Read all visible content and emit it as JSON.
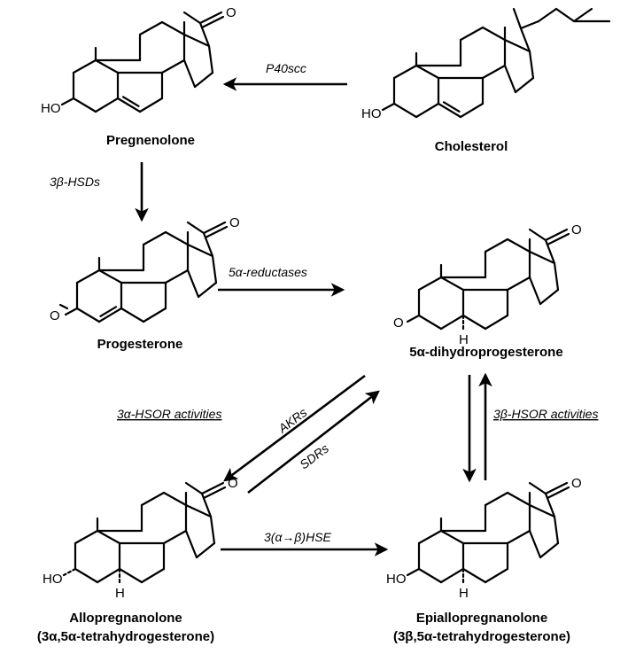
{
  "compounds": {
    "pregnenolone": "Pregnenolone",
    "cholesterol": "Cholesterol",
    "progesterone": "Progesterone",
    "dihydroprogesterone": "5α-dihydroprogesterone",
    "allopregnanolone": "Allopregnanolone",
    "allopregnanolone_sub": "(3α,5α-tetrahydrogesterone)",
    "epiallopregnanolone": "Epiallopregnanolone",
    "epiallopregnanolone_sub": "(3β,5α-tetrahydrogesterone)"
  },
  "enzymes": {
    "p450scc": "P40scc",
    "hsd3b": "3β-HSDs",
    "reductase5a": "5α-reductases",
    "hsor3a": "3α-HSOR activities",
    "hsor3b": "3β-HSOR activities",
    "akrs": "AKRs",
    "sdrs": "SDRs",
    "hse": "3(α→β)HSE"
  },
  "atoms": {
    "O": "O",
    "HO": "HO",
    "H": "H"
  }
}
